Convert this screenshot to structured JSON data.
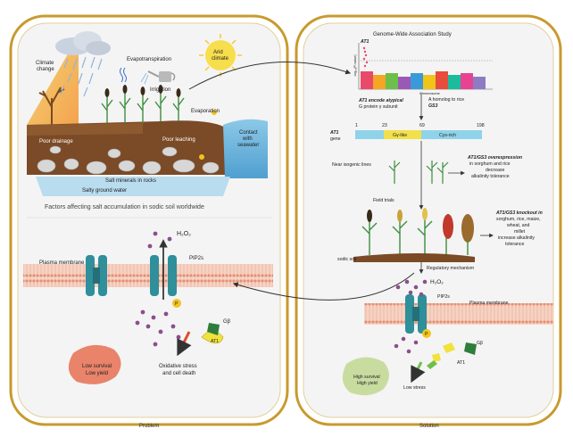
{
  "problem_panel": {
    "footer": "Problem",
    "climate_change": [
      "Climate",
      "change"
    ],
    "evapotranspiration": "Evapotranspiration",
    "irrigation": "Irrigation",
    "arid_climate": [
      "Arid",
      "climate"
    ],
    "evaporation": "Evaporation",
    "poor_drainage": "Poor drainage",
    "poor_leaching": "Poor leaching",
    "contact_seawater": [
      "Contact",
      "with",
      "seawater"
    ],
    "salt_minerals": "Salt minerals in rocks",
    "salty_ground_water": "Salty ground water",
    "caption": "Factors affecting salt accumulation in sodic soil worldwide",
    "h2o2": "H₂O₂",
    "pip2s": "PIP2s",
    "plasma_membrane": "Plasma membrane",
    "p_label": "P",
    "g_beta": "Gβ",
    "at1": "AT1",
    "oxidative_stress": [
      "Oxidative stress",
      "and cell death"
    ],
    "outcome": [
      "Low survival",
      "Low yield"
    ]
  },
  "solution_panel": {
    "footer": "Solution",
    "gwas_title": "Genome-Wide Association Study",
    "gwas_gene": "AT1",
    "y_axis": "-log₁₀(P-value)",
    "x_axis": "Chromosome",
    "at1_encode": [
      "AT1 encode atypical",
      "G protein γ subunit"
    ],
    "homolog": [
      "A homolog to rice",
      "GS3"
    ],
    "gene_label": [
      "AT1",
      "gene"
    ],
    "gene_ticks": [
      "1",
      "23",
      "69",
      "198"
    ],
    "gy_like": "Gγ-like",
    "cys_rich": "Cys-rich",
    "near_isogenic": "Near isogenic lines",
    "overexpression": [
      "AT1/GS3 overexpression",
      "in sorghum and rice",
      "decrease",
      "alkalinity tolerance"
    ],
    "field_trials": "Field trials",
    "knockout": [
      "AT1/GS3 knockout in",
      "sorghum, rice, maize,",
      "wheat, and",
      "millet",
      "increase alkalinity",
      "tolerance"
    ],
    "sodic_soil": "sodic soil",
    "regulatory": "Regulatory mechanism",
    "h2o2": "H₂O₂",
    "pip2s": "PIP2s",
    "plasma_membrane": "Plasma membrane",
    "p_label": "P",
    "g_beta": "Gβ",
    "at1": "AT1",
    "low_stress": "Low stress",
    "outcome": [
      "High survival",
      "High yield"
    ]
  },
  "colors": {
    "frame": "#c89a2e",
    "membrane": "#f2b59e",
    "channel": "#2f8f9a",
    "h2o2_dot": "#8a4f8c",
    "gy_like": "#f2e04a",
    "cys_rich": "#8fd3ea",
    "low_blob": "#e9836a",
    "high_blob": "#c9dca0"
  }
}
